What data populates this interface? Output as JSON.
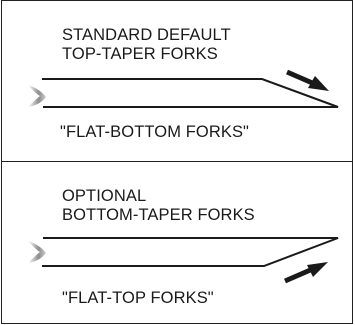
{
  "panels": [
    {
      "title_lines": [
        "STANDARD DEFAULT",
        "TOP-TAPER FORKS"
      ],
      "caption": "\"FLAT-BOTTOM FORKS\""
    },
    {
      "title_lines": [
        "OPTIONAL",
        "BOTTOM-TAPER FORKS"
      ],
      "caption": "\"FLAT-TOP FORKS\""
    }
  ],
  "colors": {
    "line": "#1a1a1a",
    "fork_end_shading": "#9a9a9a"
  },
  "icons": {
    "taper_arrow": "arrow-icon",
    "fork_end": "fork-end-shading-icon"
  }
}
